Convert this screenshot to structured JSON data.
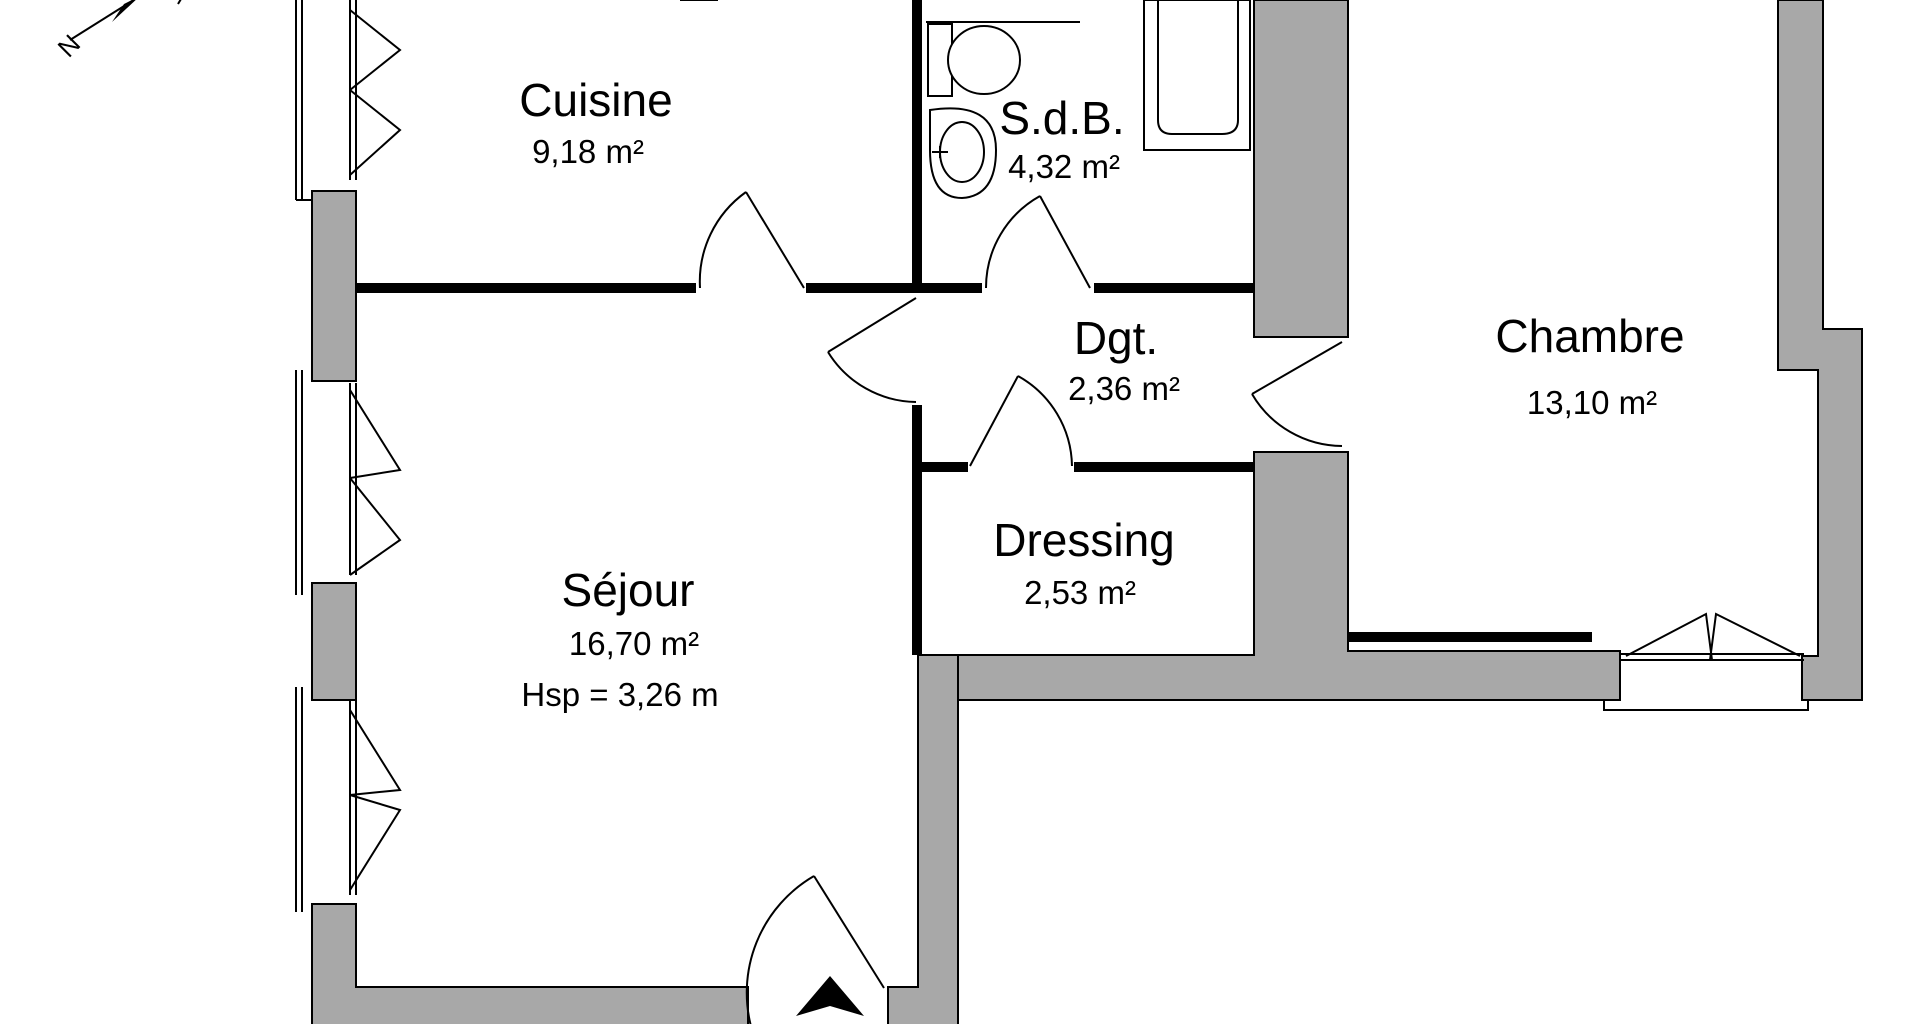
{
  "rooms": [
    {
      "id": "cuisine",
      "name": "Cuisine",
      "area": "9,18 m²"
    },
    {
      "id": "sdb",
      "name": "S.d.B.",
      "area": "4,32 m²"
    },
    {
      "id": "dgt",
      "name": "Dgt.",
      "area": "2,36 m²"
    },
    {
      "id": "chambre",
      "name": "Chambre",
      "area": "13,10 m²"
    },
    {
      "id": "dressing",
      "name": "Dressing",
      "area": "2,53 m²"
    },
    {
      "id": "sejour",
      "name": "Séjour",
      "area": "16,70 m²",
      "height": "Hsp = 3,26 m"
    }
  ],
  "compass": {
    "label": "N"
  },
  "colors": {
    "wall_fill": "#a8a8a8",
    "wall_line": "#000000",
    "background": "#ffffff"
  }
}
